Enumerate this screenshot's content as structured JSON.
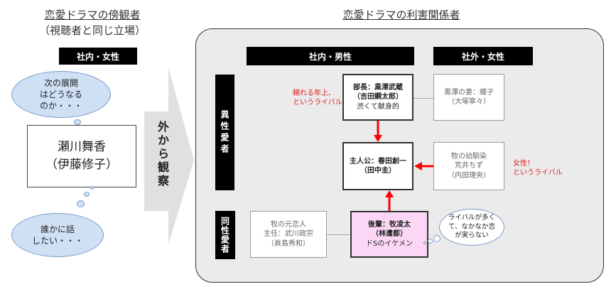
{
  "left": {
    "title": "恋愛ドラマの傍観者",
    "subtitle": "（視聴者と同じ立場）",
    "header": "社内・女性",
    "thought_top": [
      "次の展開",
      "はどうなる",
      "のか・・・"
    ],
    "person_name": "瀬川舞香",
    "person_actor": "（伊藤修子）",
    "thought_bottom": [
      "誰かに話",
      "したい・・・"
    ]
  },
  "arrow_label": "外から観察",
  "right": {
    "title": "恋愛ドラマの利害関係者",
    "header_in_male": "社内・男性",
    "header_out_female": "社外・女性",
    "label_hetero": "異性愛者",
    "label_homo": "同性愛者",
    "boss": {
      "line1": "部長：黒澤武蔵",
      "line2": "（吉田鋼太郎）",
      "line3": "渋くて献身的"
    },
    "boss_note": [
      "頼れる年上、",
      "というライバル"
    ],
    "wife": {
      "line1": "黒澤の妻：蝶子",
      "line2": "（大塚寧々）"
    },
    "hero": {
      "line1": "主人公：春田創一",
      "line2": "（田中圭）"
    },
    "friend": {
      "line1": "牧の幼馴染",
      "line2": "荒井ちず",
      "line3": "（内田理央）"
    },
    "friend_note": [
      "女性！",
      "というライバル"
    ],
    "ex": {
      "line1": "牧の元恋人",
      "line2": "主任：武川政宗",
      "line3": "（眞島秀和）"
    },
    "junior": {
      "line1": "後輩：牧凌太",
      "line2": "（林遣都）",
      "line3": "ドSのイケメン"
    },
    "junior_thought": [
      "ライバルが多く",
      "て、なかなか恋",
      "が実らない"
    ]
  },
  "colors": {
    "arrow": "#ff0000",
    "panel": "#ebebeb",
    "junior_bg": "#fcd7f5",
    "cloud": "#cfe0f5"
  }
}
